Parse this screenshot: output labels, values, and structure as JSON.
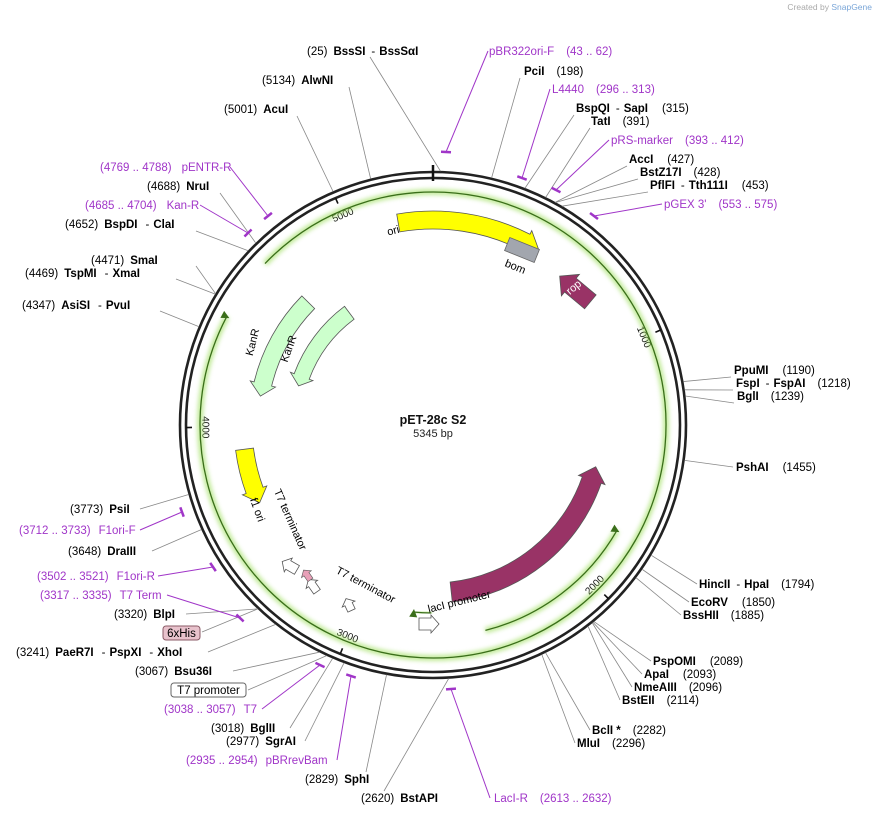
{
  "credit": {
    "prefix": "Created by",
    "brand": "SnapGene"
  },
  "plasmid": {
    "name": "pET-28c S2",
    "length_label": "5345 bp",
    "length": 5345
  },
  "ticks": [
    "1000",
    "2000",
    "3000",
    "4000",
    "5000"
  ],
  "sites": {
    "bsssi": {
      "pos": "(25)",
      "name": "BssSI",
      "name2": "BssSαI"
    },
    "alwni": {
      "pos": "(5134)",
      "name": "AlwNI"
    },
    "acui": {
      "pos": "(5001)",
      "name": "AcuI"
    },
    "nrui": {
      "pos": "(4688)",
      "name": "NruI"
    },
    "bspdi": {
      "pos": "(4652)",
      "name": "BspDI",
      "name2": "ClaI"
    },
    "smai": {
      "pos": "(4471)",
      "name": "SmaI"
    },
    "tspmi": {
      "pos": "(4469)",
      "name": "TspMI",
      "name2": "XmaI"
    },
    "asisi": {
      "pos": "(4347)",
      "name": "AsiSI",
      "name2": "PvuI"
    },
    "pcii": {
      "pos": "(198)",
      "name": "PciI"
    },
    "bspqi": {
      "pos": "(315)",
      "name": "BspQI",
      "name2": "SapI"
    },
    "tati": {
      "pos": "(391)",
      "name": "TatI"
    },
    "acci": {
      "pos": "(427)",
      "name": "AccI"
    },
    "bstz17i": {
      "pos": "(428)",
      "name": "BstZ17I"
    },
    "pflfi": {
      "pos": "(453)",
      "name": "PflFI",
      "name2": "Tth111I"
    },
    "ppumi": {
      "pos": "(1190)",
      "name": "PpuMI"
    },
    "fspi": {
      "pos": "(1218)",
      "name": "FspI",
      "name2": "FspAI"
    },
    "bgli": {
      "pos": "(1239)",
      "name": "BglI"
    },
    "pshai": {
      "pos": "(1455)",
      "name": "PshAI"
    },
    "hincii": {
      "pos": "(1794)",
      "name": "HincII",
      "name2": "HpaI"
    },
    "ecorv": {
      "pos": "(1850)",
      "name": "EcoRV"
    },
    "bsshii": {
      "pos": "(1885)",
      "name": "BssHII"
    },
    "pspomi": {
      "pos": "(2089)",
      "name": "PspOMI"
    },
    "apai": {
      "pos": "(2093)",
      "name": "ApaI"
    },
    "nmeaiii": {
      "pos": "(2096)",
      "name": "NmeAIII"
    },
    "bsteii": {
      "pos": "(2114)",
      "name": "BstEII"
    },
    "bcli": {
      "pos": "(2282)",
      "name": "BclI *"
    },
    "mlui": {
      "pos": "(2296)",
      "name": "MluI"
    },
    "bstapi": {
      "pos": "(2620)",
      "name": "BstAPI"
    },
    "sphi": {
      "pos": "(2829)",
      "name": "SphI"
    },
    "sgrai": {
      "pos": "(2977)",
      "name": "SgrAI"
    },
    "bglii": {
      "pos": "(3018)",
      "name": "BglII"
    },
    "bsu36i": {
      "pos": "(3067)",
      "name": "Bsu36I"
    },
    "paer7i": {
      "pos": "(3241)",
      "name": "PaeR7I",
      "name2": "PspXI",
      "name3": "XhoI"
    },
    "blpi": {
      "pos": "(3320)",
      "name": "BlpI"
    },
    "drai": {
      "pos": "(3648)",
      "name": "DraIII"
    },
    "psii": {
      "pos": "(3773)",
      "name": "PsiI"
    }
  },
  "primers": {
    "pbr322": {
      "name": "pBR322ori-F",
      "range": "(43 .. 62)"
    },
    "l4440": {
      "name": "L4440",
      "range": "(296 .. 313)"
    },
    "prs": {
      "name": "pRS-marker",
      "range": "(393 .. 412)"
    },
    "pgex": {
      "name": "pGEX 3'",
      "range": "(553 .. 575)"
    },
    "pentr": {
      "range": "(4769 .. 4788)",
      "name": "pENTR-R"
    },
    "kanr": {
      "range": "(4685 .. 4704)",
      "name": "Kan-R"
    },
    "f1orif": {
      "range": "(3712 .. 3733)",
      "name": "F1ori-F"
    },
    "f1orir": {
      "range": "(3502 .. 3521)",
      "name": "F1ori-R"
    },
    "t7term": {
      "range": "(3317 .. 3335)",
      "name": "T7 Term"
    },
    "t7": {
      "range": "(3038 .. 3057)",
      "name": "T7"
    },
    "pbrrevbam": {
      "range": "(2935 .. 2954)",
      "name": "pBRrevBam"
    },
    "lacir": {
      "name": "LacI-R",
      "range": "(2613 .. 2632)"
    }
  },
  "boxed": {
    "his": "6xHis",
    "t7promoter": "T7 promoter"
  },
  "features": {
    "ori": "ori",
    "bom": "bom",
    "rop": "rop",
    "kanr1": "KanR",
    "kanr2": "KanR",
    "f1ori": "f1 ori",
    "t7terminator1": "T7 terminator",
    "t7terminator2": "T7 terminator",
    "laci": "lacI",
    "laci_promoter": "lacI promoter"
  },
  "colors": {
    "ori": "#ffff00",
    "bom": "#a2a6ae",
    "rop": "#993366",
    "kanr": "#ccffcc",
    "f1ori": "#ffff00",
    "laci": "#993366",
    "orf_glow": "#99dd55",
    "primer": "#a035c8",
    "his_box": "#e8c2cc"
  }
}
